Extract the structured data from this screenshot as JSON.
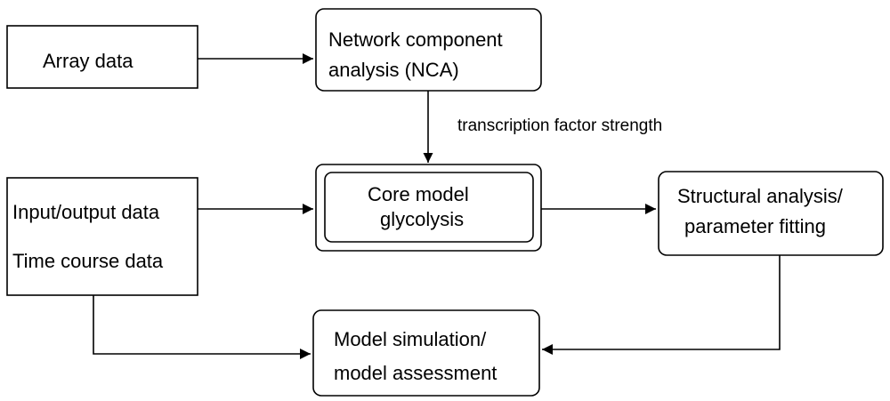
{
  "diagram": {
    "nodes": {
      "array_data": {
        "label": "Array data"
      },
      "nca": {
        "line1": "Network component",
        "line2": "analysis (NCA)"
      },
      "io_data": {
        "line1": "Input/output data",
        "line2": "Time course data"
      },
      "core_model": {
        "line1": "Core model",
        "line2": "glycolysis"
      },
      "structural": {
        "line1": "Structural analysis/",
        "line2": "parameter fitting"
      },
      "simulation": {
        "line1": "Model simulation/",
        "line2": "model assessment"
      }
    },
    "edges": {
      "nca_to_core": {
        "label": "transcription factor strength"
      }
    }
  }
}
